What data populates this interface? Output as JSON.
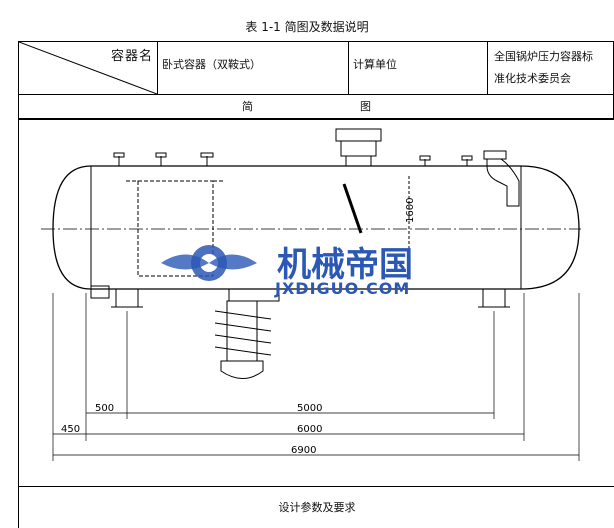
{
  "table_title": "表 1-1 简图及数据说明",
  "header": {
    "vessel_name_label": "容器名",
    "vessel_type": "卧式容器（双鞍式）",
    "calc_unit": "计算单位",
    "organization_line1": "全国锅炉压力容器标",
    "organization_line2": "准化技术委员会"
  },
  "sketch_label_left": "简",
  "sketch_label_right": "图",
  "dimensions": {
    "d500": "500",
    "d5000": "5000",
    "d6000": "6000",
    "d450": "450",
    "d6900": "6900",
    "d1600": "1600"
  },
  "watermark": {
    "cn_text": "机械帝国",
    "en_text": "JXDIGUO.COM"
  },
  "footer_label": "设计参数及要求",
  "colors": {
    "line": "#000000",
    "watermark_blue": "#2b58b5"
  }
}
